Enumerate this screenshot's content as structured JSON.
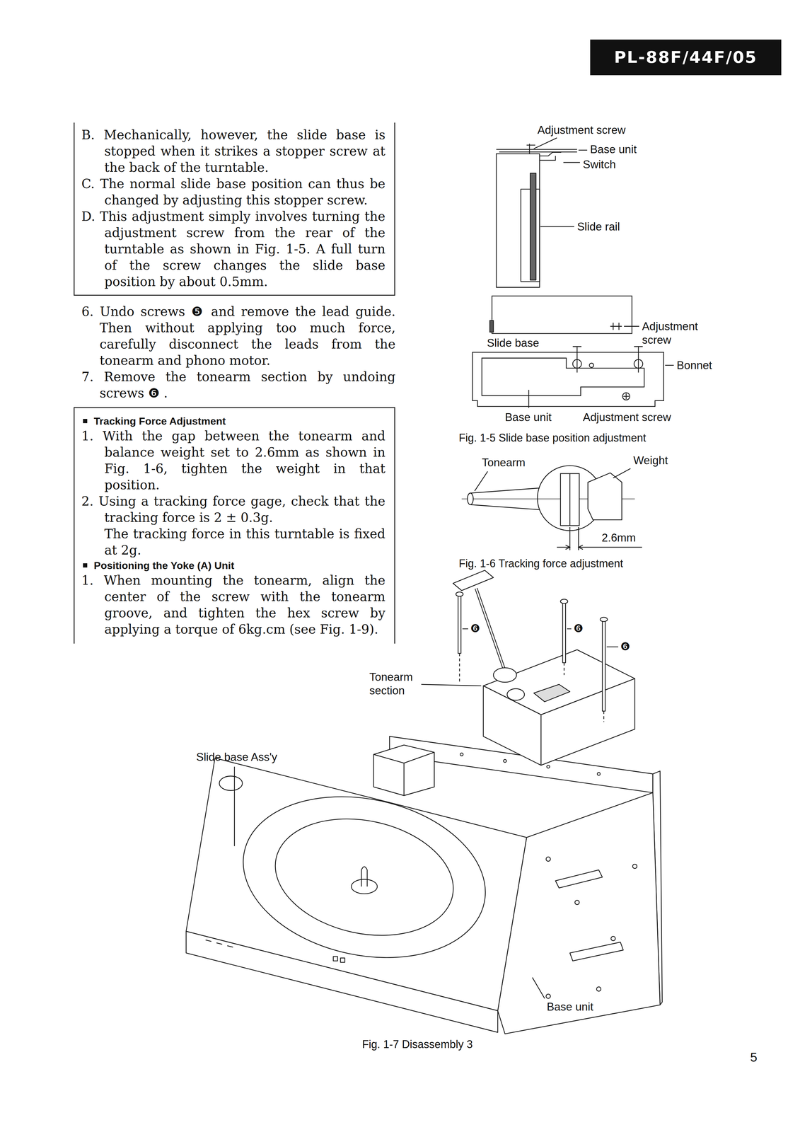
{
  "diagram": {
    "nodes": [
      {
        "text": [
          "PL-88F/44F/05"
        ]
      },
      {
        "text": [
          "B. Mechanically, however, the slide base is stopped when it strikes a stopper screw at the back of the turntable.",
          "C. The normal slide base position can thus be changed by adjusting this stopper screw.",
          "D. This adjustment simply involves turning the adjustment screw from the rear of the turntable as shown in Fig. 1-5. A full turn of the screw changes the slide base position by about 0.5mm."
        ]
      },
      {
        "text": [
          "Tracking Force Adjustment",
          "1. With the gap between the tonearm and balance weight set to 2.6mm as shown in Fig. 1-6, tighten the weight in that position.",
          "2. Using a tracking force gage, check that the tracking force is 2 ± 0.3g.",
          "The tracking force in this turntable is fixed at 2g.",
          "Positioning the Yoke (A) Unit",
          "1. When mounting the tonearm, align the center of the screw with the tonearm groove, and tighten the hex screw by applying a torque of 6kg.cm (see Fig. 1-9)."
        ]
      }
    ],
    "labels": [
      "6. Undo screws ❺ and remove the lead guide. Then without applying too much force, carefully disconnect the leads from the tonearm and phono motor.",
      "7. Remove the tonearm section by undoing screws ❻ .",
      "Adjustment screw",
      "Base unit",
      "Switch",
      "Slide rail",
      "Slide base",
      "Adjustment screw",
      "Bonnet",
      "Base unit",
      "Adjustment screw",
      "Fig. 1-5 Slide base position adjustment",
      "Tonearm",
      "Weight",
      "2.6mm",
      "Fig. 1-6 Tracking force adjustment",
      "❻",
      "❻",
      "❻",
      "Tonearm section",
      "Slide base Ass'y",
      "Base unit",
      "Fig. 1-7 Disassembly 3",
      "5"
    ]
  }
}
